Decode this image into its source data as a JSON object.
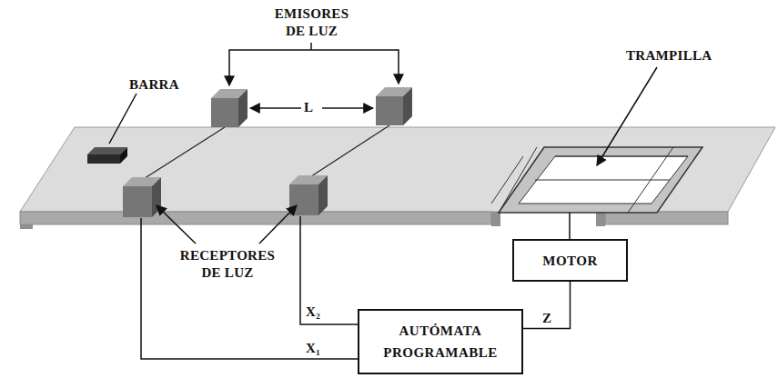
{
  "diagram": {
    "nodes": [
      {
        "text": [
          "MOTOR"
        ]
      },
      {
        "text": [
          "AUTÓMATA PROGRAMABLE"
        ]
      }
    ],
    "edges": [
      {
        "from": 1,
        "to": 0,
        "arrow": "none",
        "label": "Z"
      }
    ],
    "labels": [
      "EMISORES DE LUZ",
      "L",
      "BARRA",
      "TRAMPILLA",
      "RECEPTORES DE LUZ",
      "X₂",
      "X₁"
    ]
  }
}
